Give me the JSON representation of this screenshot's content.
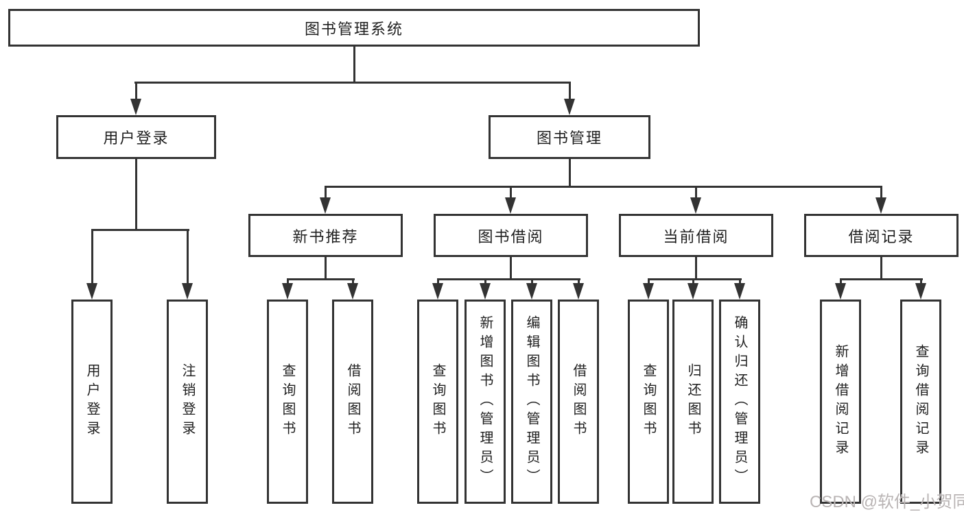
{
  "diagram": {
    "root": {
      "label": "图书管理系统"
    },
    "level2": [
      {
        "label": "用户登录"
      },
      {
        "label": "图书管理"
      }
    ],
    "login_children": [
      {
        "label": "用户登录"
      },
      {
        "label": "注销登录"
      }
    ],
    "modules": [
      {
        "label": "新书推荐",
        "children": [
          {
            "label": "查询图书"
          },
          {
            "label": "借阅图书"
          }
        ]
      },
      {
        "label": "图书借阅",
        "children": [
          {
            "label": "查询图书"
          },
          {
            "label": "新增图书（管理员）"
          },
          {
            "label": "编辑图书（管理员）"
          },
          {
            "label": "借阅图书"
          }
        ]
      },
      {
        "label": "当前借阅",
        "children": [
          {
            "label": "查询图书"
          },
          {
            "label": "归还图书"
          },
          {
            "label": "确认归还（管理员）"
          }
        ]
      },
      {
        "label": "借阅记录",
        "children": [
          {
            "label": "新增借阅记录"
          },
          {
            "label": "查询借阅记录"
          }
        ]
      }
    ]
  },
  "watermark": {
    "text": "CSDN @软件_小贺同学"
  },
  "colors": {
    "line": "#333333",
    "text": "#1f1f1f",
    "background": "#ffffff",
    "watermark": "#b9b4b4"
  }
}
